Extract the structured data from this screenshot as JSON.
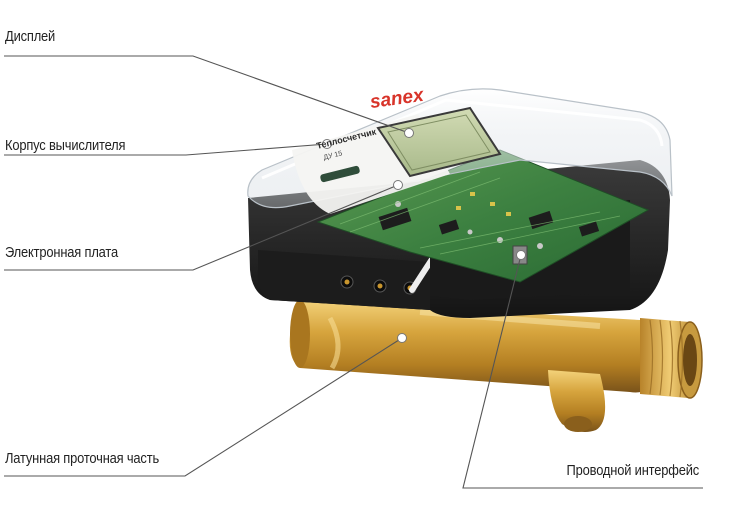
{
  "brand": {
    "logo_text": "sanex",
    "logo_color": "#d8342a"
  },
  "face_label": {
    "title": "Теплосчетчик",
    "model": "ДУ 15"
  },
  "callouts": [
    {
      "id": "display",
      "text": "Дисплей"
    },
    {
      "id": "housing",
      "text": "Корпус вычислителя"
    },
    {
      "id": "board",
      "text": "Электронная плата"
    },
    {
      "id": "body",
      "text": "Латунная проточная часть"
    },
    {
      "id": "interface",
      "text": "Проводной интерфейс"
    }
  ],
  "colors": {
    "leader_line": "#555555",
    "brass": "#c9962e",
    "pcb": "#2f7a3a",
    "housing": "#2a2a2a",
    "lcd": "#b9c99a"
  }
}
